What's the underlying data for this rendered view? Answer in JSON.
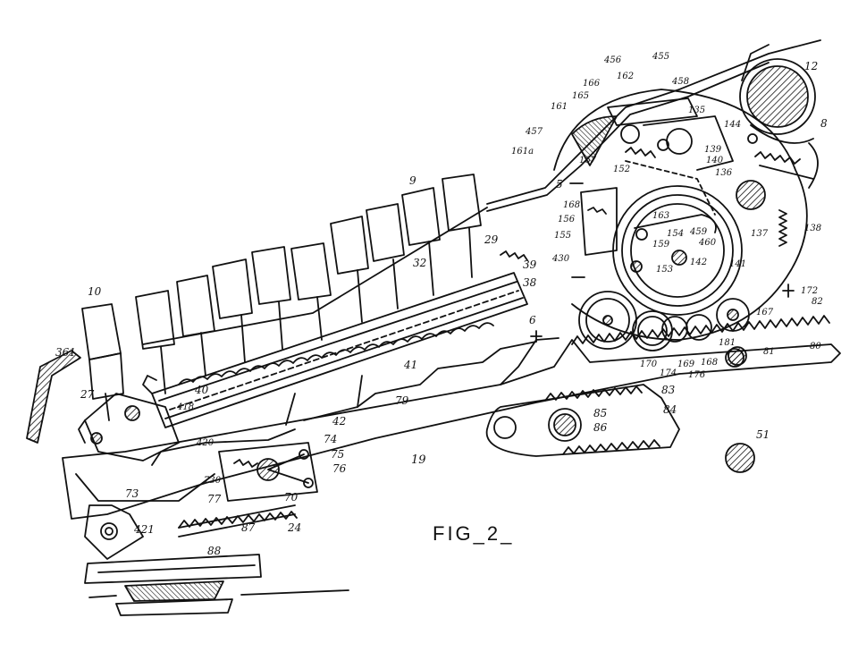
{
  "figure": {
    "caption": "FIG_2_"
  },
  "reference_numerals": [
    "10",
    "361",
    "27",
    "40",
    "418",
    "420",
    "9",
    "32",
    "29",
    "39",
    "38",
    "41",
    "42",
    "79",
    "6",
    "19",
    "74",
    "75",
    "76",
    "730",
    "77",
    "70",
    "73",
    "421",
    "87",
    "88",
    "24",
    "456",
    "455",
    "458",
    "12",
    "8",
    "166",
    "162",
    "135",
    "144",
    "161",
    "165",
    "457",
    "161a",
    "167",
    "152",
    "139",
    "140",
    "136",
    "5",
    "168",
    "156",
    "155",
    "153",
    "163",
    "154",
    "459",
    "460",
    "159",
    "142",
    "141",
    "137",
    "138",
    "430",
    "172",
    "170",
    "167",
    "82",
    "81",
    "80",
    "174",
    "169",
    "168",
    "176",
    "181",
    "83",
    "84",
    "85",
    "86",
    "51"
  ],
  "colors": {
    "ink": "#111111",
    "paper": "#ffffff"
  }
}
